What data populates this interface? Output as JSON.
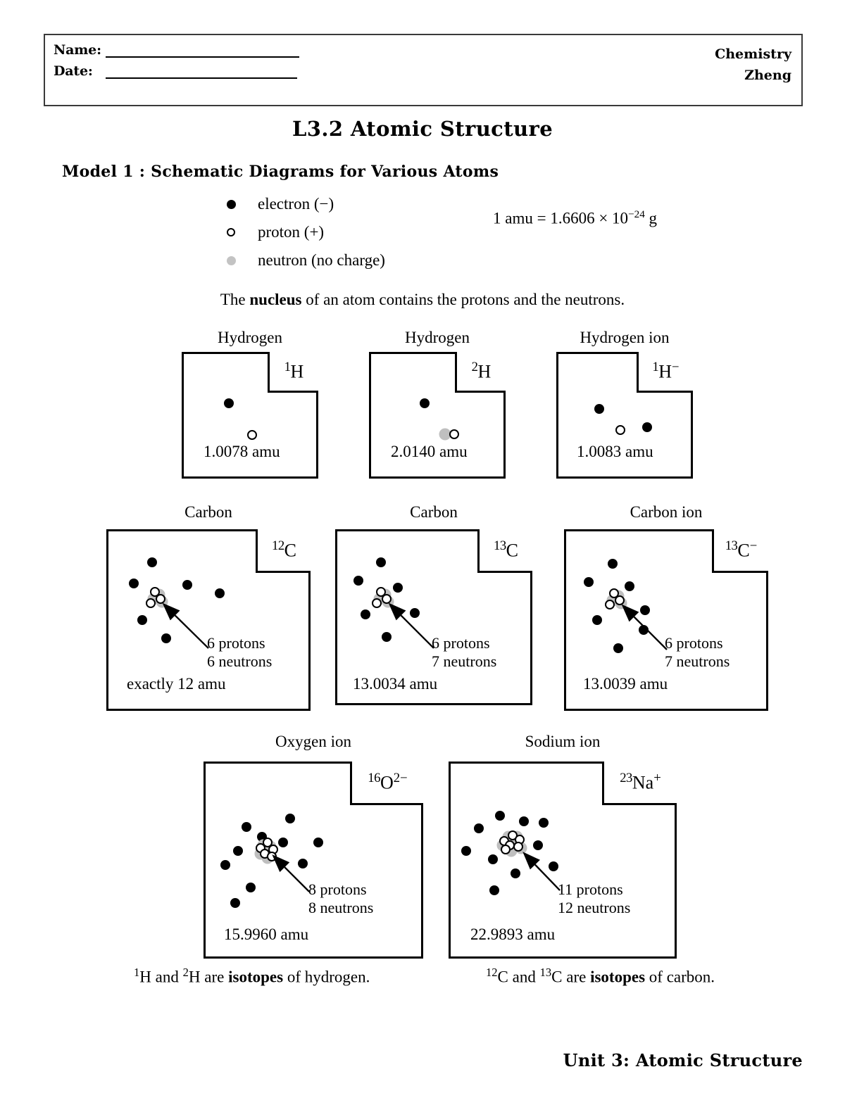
{
  "header": {
    "name_label": "Name:",
    "date_label": "Date:",
    "course": "Chemistry",
    "teacher": "Zheng"
  },
  "title": "L3.2 Atomic Structure",
  "model_title": "Model 1 : Schematic Diagrams for Various Atoms",
  "legend": [
    {
      "marker": "electron-dot-icon",
      "label": "electron (−)"
    },
    {
      "marker": "proton-circle-icon",
      "label": "proton (+)"
    },
    {
      "marker": "neutron-dot-icon",
      "label": "neutron (no charge)"
    }
  ],
  "amu_equation": {
    "lead": "1 amu =  1.6606 × 10",
    "exponent": "−24",
    "unit": "g"
  },
  "nucleus_sentence": {
    "before": "The ",
    "bold": "nucleus",
    "after": " of an atom contains the protons and the neutrons."
  },
  "atoms": [
    {
      "caption": "Hydrogen",
      "mass_number": "1",
      "element": "H",
      "charge": "",
      "mass_label": "1.0078 amu",
      "annotation": "",
      "protons": 1,
      "neutrons": 0,
      "electrons": 1
    },
    {
      "caption": "Hydrogen",
      "mass_number": "2",
      "element": "H",
      "charge": "",
      "mass_label": "2.0140 amu",
      "annotation": "",
      "protons": 1,
      "neutrons": 1,
      "electrons": 1
    },
    {
      "caption": "Hydrogen ion",
      "mass_number": "1",
      "element": "H",
      "charge": "−",
      "mass_label": "1.0083 amu",
      "annotation": "",
      "protons": 1,
      "neutrons": 0,
      "electrons": 2
    },
    {
      "caption": "Carbon",
      "mass_number": "12",
      "element": "C",
      "charge": "",
      "mass_label": "exactly 12 amu",
      "annotation_line1": "6 protons",
      "annotation_line2": "6 neutrons",
      "protons": 6,
      "neutrons": 6,
      "electrons": 6
    },
    {
      "caption": "Carbon",
      "mass_number": "13",
      "element": "C",
      "charge": "",
      "mass_label": "13.0034 amu",
      "annotation_line1": "6 protons",
      "annotation_line2": "7 neutrons",
      "protons": 6,
      "neutrons": 7,
      "electrons": 6
    },
    {
      "caption": "Carbon ion",
      "mass_number": "13",
      "element": "C",
      "charge": "−",
      "mass_label": "13.0039 amu",
      "annotation_line1": "6 protons",
      "annotation_line2": "7 neutrons",
      "protons": 6,
      "neutrons": 7,
      "electrons": 7
    },
    {
      "caption": "Oxygen ion",
      "mass_number": "16",
      "element": "O",
      "charge": "2−",
      "mass_label": "15.9960 amu",
      "annotation_line1": "8 protons",
      "annotation_line2": "8 neutrons",
      "protons": 8,
      "neutrons": 8,
      "electrons": 10
    },
    {
      "caption": "Sodium ion",
      "mass_number": "23",
      "element": "Na",
      "charge": "+",
      "mass_label": "22.9893 amu",
      "annotation_line1": "11 protons",
      "annotation_line2": "12 neutrons",
      "protons": 11,
      "neutrons": 12,
      "electrons": 10
    }
  ],
  "isotope_notes": [
    {
      "m1": "1",
      "e1": "H",
      "mid": " and ",
      "m2": "2",
      "e2": "H",
      "are": " are ",
      "bold": "isotopes",
      "tail": " of hydrogen."
    },
    {
      "m1": "12",
      "e1": "C",
      "mid": " and ",
      "m2": "13",
      "e2": "C",
      "are": " are ",
      "bold": "isotopes",
      "tail": " of carbon."
    }
  ],
  "footer": "Unit 3: Atomic Structure"
}
